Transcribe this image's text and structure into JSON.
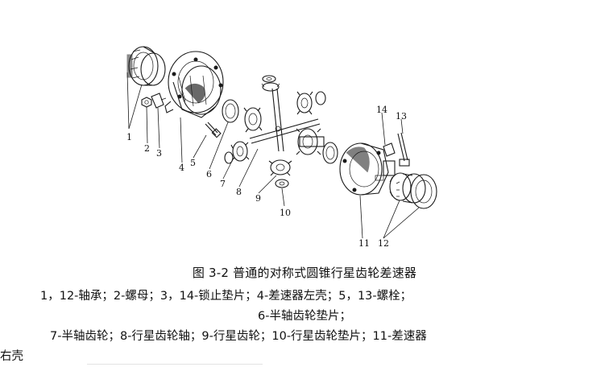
{
  "figure": {
    "callouts": [
      "1",
      "2",
      "3",
      "4",
      "5",
      "6",
      "7",
      "8",
      "9",
      "10",
      "11",
      "12",
      "13",
      "14"
    ]
  },
  "caption": {
    "title": "图 3-2  普通的对称式圆锥行星齿轮差速器",
    "legend_lines": [
      "1，12-轴承；2-螺母；3，14-锁止垫片；4-差速器左壳；5，13-螺栓；",
      "6-半轴齿轮垫片；",
      "7-半轴齿轮；8-行星齿轮轴；9-行星齿轮；10-行星齿轮垫片；11-差速器",
      "右壳"
    ]
  }
}
